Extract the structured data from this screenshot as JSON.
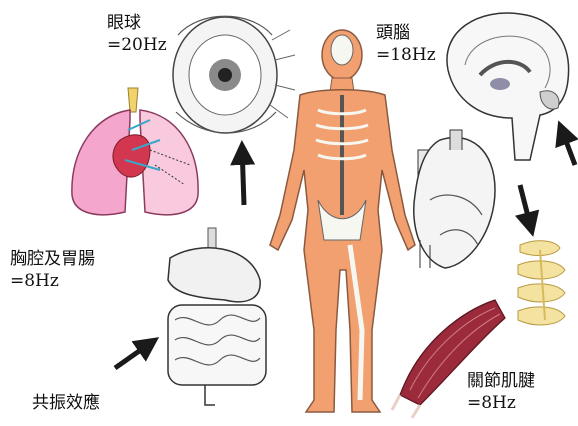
{
  "labels": {
    "eye": {
      "name": "眼球",
      "freq": "=20Hz"
    },
    "brain": {
      "name": "頭腦",
      "freq": "=18Hz"
    },
    "chest": {
      "name": "胸腔及胃腸",
      "freq": "=8Hz"
    },
    "joint": {
      "name": "關節肌腱",
      "freq": "=8Hz"
    },
    "caption": "共振效應"
  },
  "colors": {
    "skin": "#f2a070",
    "skin_outline": "#8a5a40",
    "bone": "#f7f7f2",
    "lung": "#f5a6cc",
    "heart_red": "#d2374f",
    "muscle": "#9b2a3a",
    "spine_yellow": "#f4e3a0",
    "arrow": "#1a1a1a"
  },
  "icons": [
    "eyeball-illustration",
    "lungs-illustration",
    "stomach-intestines-illustration",
    "human-body-figure",
    "brain-section-illustration",
    "heart-illustration",
    "spine-vertebrae-illustration",
    "muscle-tendon-illustration"
  ]
}
